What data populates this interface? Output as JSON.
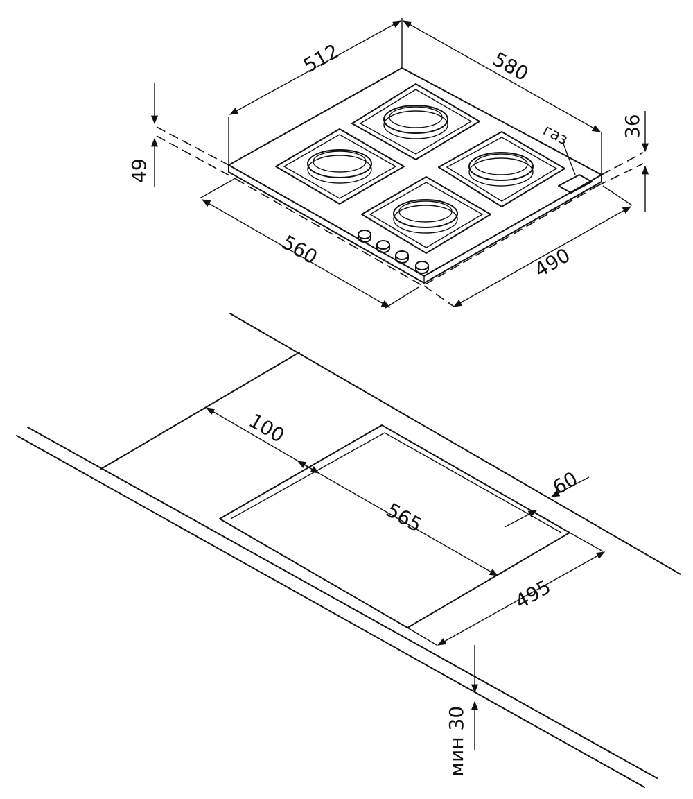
{
  "hob": {
    "dimensions": {
      "width_top": "512",
      "depth_top": "580",
      "width_bottom": "560",
      "depth_bottom": "490",
      "height_left": "49",
      "height_right": "36"
    },
    "gas_label": "газ",
    "burners": 4,
    "knobs": 4
  },
  "cutout": {
    "dimensions": {
      "offset_back": "100",
      "length": "565",
      "width": "495",
      "offset_front": "60",
      "thickness": "мин 30"
    }
  },
  "colors": {
    "line": "#111111",
    "background": "#ffffff"
  }
}
